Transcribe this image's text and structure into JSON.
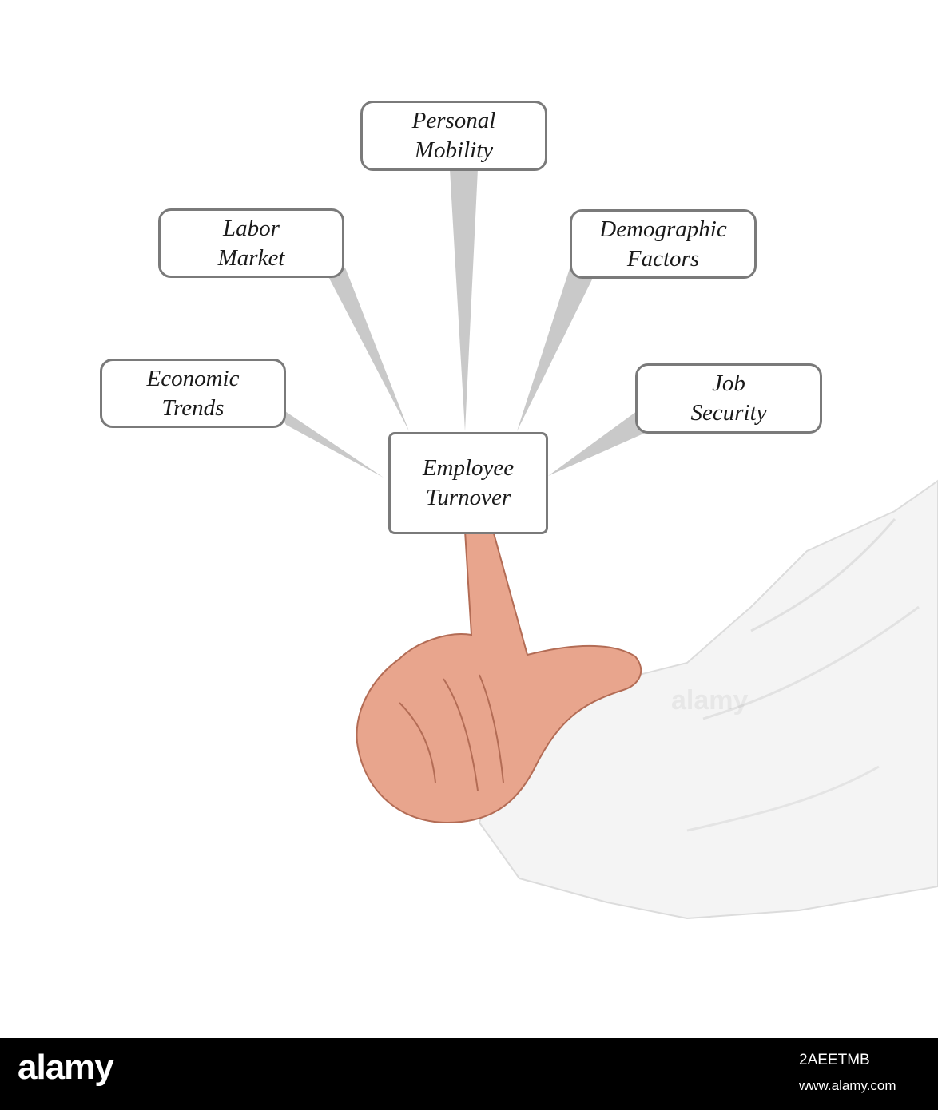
{
  "diagram": {
    "center": {
      "line1": "Employee",
      "line2": "Turnover"
    },
    "nodes": [
      {
        "line1": "Economic",
        "line2": "Trends"
      },
      {
        "line1": "Labor",
        "line2": "Market"
      },
      {
        "line1": "Personal",
        "line2": "Mobility"
      },
      {
        "line1": "Demographic",
        "line2": "Factors"
      },
      {
        "line1": "Job",
        "line2": "Security"
      }
    ],
    "colors": {
      "connector": "#c9c9c9",
      "border": "#7a7a7a",
      "shirt": "#f4f4f4",
      "skin": "#e8a58d"
    }
  },
  "footer": {
    "logo": "alamy",
    "image_id": "2AEETMB",
    "site": "www.alamy.com"
  }
}
